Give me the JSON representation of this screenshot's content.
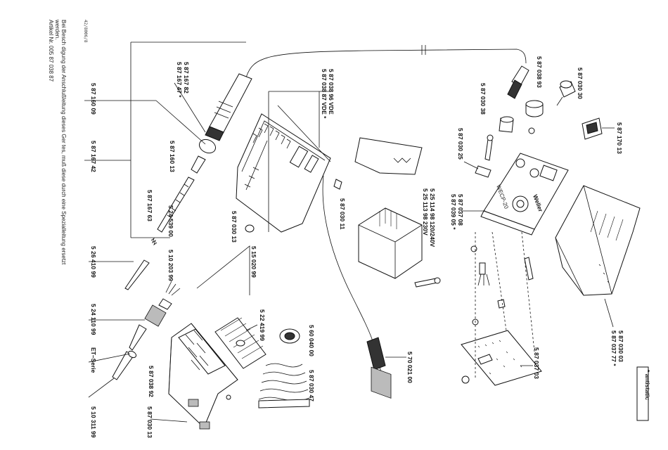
{
  "header_note": [
    "Bei Besch  digung der Anschlußleitung dieses Ger  tes, muß diese durch eine Spezialleitung ersetzt",
    "werden.",
    "Artikel Nr. 005 87 038 87"
  ],
  "drawing_code": "42/8006/8",
  "badge": "* antistatic",
  "brand_label": "Weller",
  "model_label": "WECP-20",
  "parts": {
    "p587160_09": "5 87 160 09",
    "p587167_42": "5 87 167 42",
    "p587167_82": "5 87 167 82",
    "p587167_47": "5 87 167 47 *",
    "p587160_13": "5 87 160 13",
    "p587167_63": "5 87 167 63",
    "p524539_00": "5 24 539 00",
    "p526410_99": "5 26 410 99",
    "p510203_99": "5 10 203 99",
    "p524110_99": "5 24 110 99",
    "et_serie": "ET–Serie",
    "p510311_99": "5 10 311 99",
    "p587038_96": "5 87 038 96  VDE",
    "p587038_87": "5 87 038 87  VDE *",
    "p587030_13a": "5 87 030 13",
    "p515020_99": "5 15 020 99",
    "p522419_99": "5 22 419 99",
    "p587038_92": "5 87 038 92",
    "p587030_13b": "5 87 030 13",
    "p560040_00": "5 60 040 00",
    "p587030_47": "5 87 030 47",
    "p587030_11": "5 87 030 11",
    "p525114_98": "5 25 114 98  120/240V",
    "p525113_98": "5 25 113 98  230V",
    "p570021_00": "5 70 021 00",
    "p587037_08": "5 87 037 08",
    "p587039_05": "5 87 039 05 *",
    "p587030_25": "5 87 030 25",
    "p587030_38": "5 87 030 38",
    "p587038_93": "5 87 038 93",
    "p587030_30": "5 87 030 30",
    "p587170_13": "5 87 170 13",
    "p587037_03": "5 87 037 03",
    "p587030_03": "5 87 030 03",
    "p587037_77": "5 87 037 77 *"
  }
}
